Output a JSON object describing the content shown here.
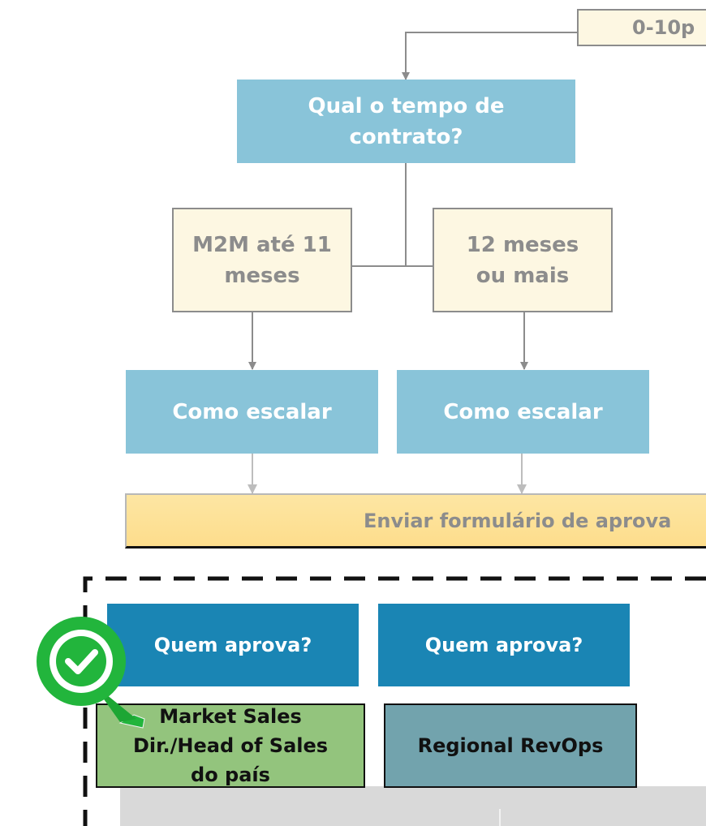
{
  "nodes": {
    "top_box": "0-10p",
    "question_contract": [
      "Qual o tempo de",
      "contrato?"
    ],
    "option_m2m": [
      "M2M até 11",
      "meses"
    ],
    "option_12m": [
      "12 meses",
      "ou mais"
    ],
    "escalate_left": "Como escalar",
    "escalate_right": "Como escalar",
    "submit_form": "Enviar formulário de aprova",
    "approver_q_left": "Quem aprova?",
    "approver_q_right": "Quem aprova?",
    "approver_left": [
      "Market Sales",
      "Dir./Head of Sales",
      "do país"
    ],
    "approver_right": "Regional RevOps"
  },
  "colors": {
    "teal": "#89c4d9",
    "cream": "#fdf7e2",
    "yellow": "#fde39a",
    "blue": "#1a85b4",
    "green": "#93c47d",
    "steel": "#72a3ad",
    "check_badge": "#22b53c",
    "connector": "#8c8c8c"
  },
  "icons": {
    "badge": "check-badge-icon"
  }
}
